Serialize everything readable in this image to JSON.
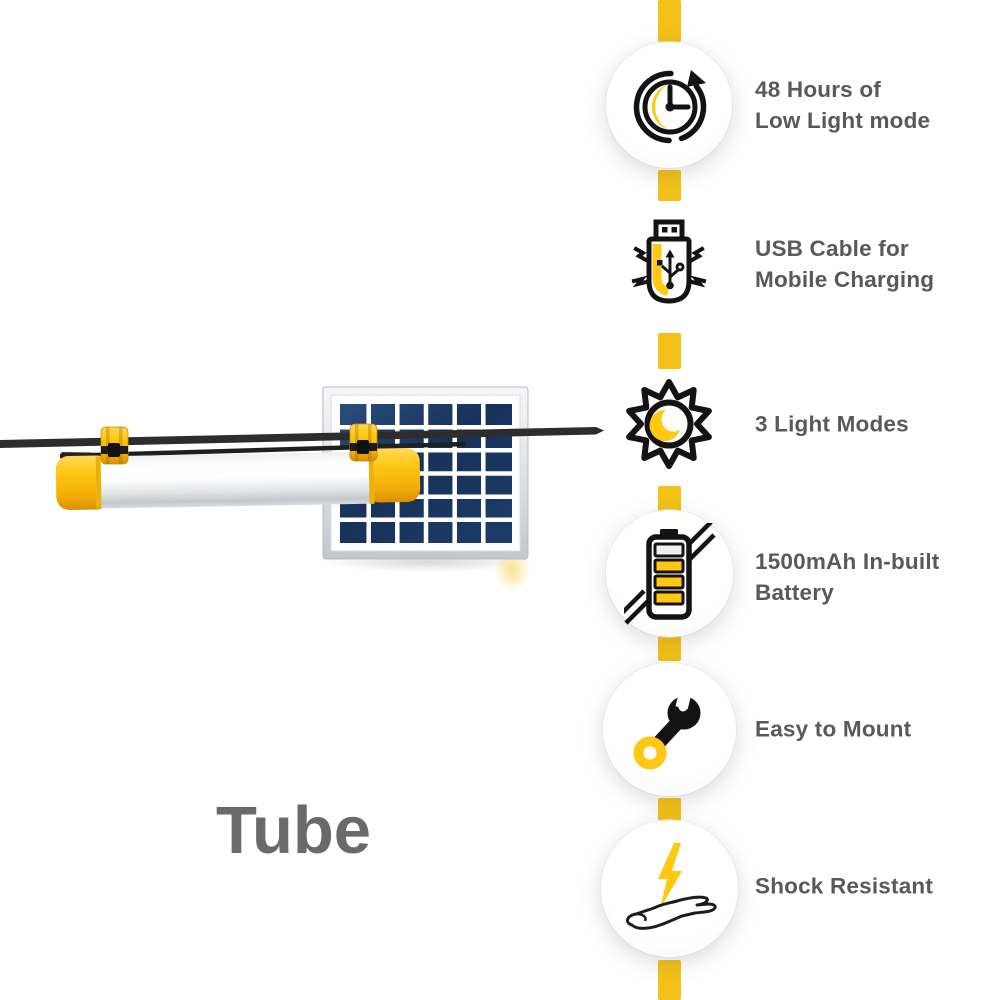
{
  "product": {
    "name": "Tube",
    "illustration": "solar-tube-light-hanging-on-cable-with-solar-panel"
  },
  "features": [
    {
      "icon": "clock-cycle-icon",
      "label": "48 Hours of\nLow Light mode"
    },
    {
      "icon": "usb-charging-icon",
      "label": "USB Cable for\nMobile Charging"
    },
    {
      "icon": "sun-moon-icon",
      "label": "3 Light Modes"
    },
    {
      "icon": "battery-icon",
      "label": "1500mAh In-built\nBattery"
    },
    {
      "icon": "wrench-icon",
      "label": "Easy to Mount"
    },
    {
      "icon": "hand-bolt-icon",
      "label": "Shock Resistant"
    }
  ],
  "theme": {
    "background": "#ffffff",
    "timeline_yellow": "#F3C117",
    "icon_yellow": "#FFC913",
    "icon_black": "#131313",
    "label_gray": "#58595B",
    "title_gray": "#6a6a6c",
    "panel_navy": "#1c3a63",
    "cable_black": "#2d2d2d"
  }
}
